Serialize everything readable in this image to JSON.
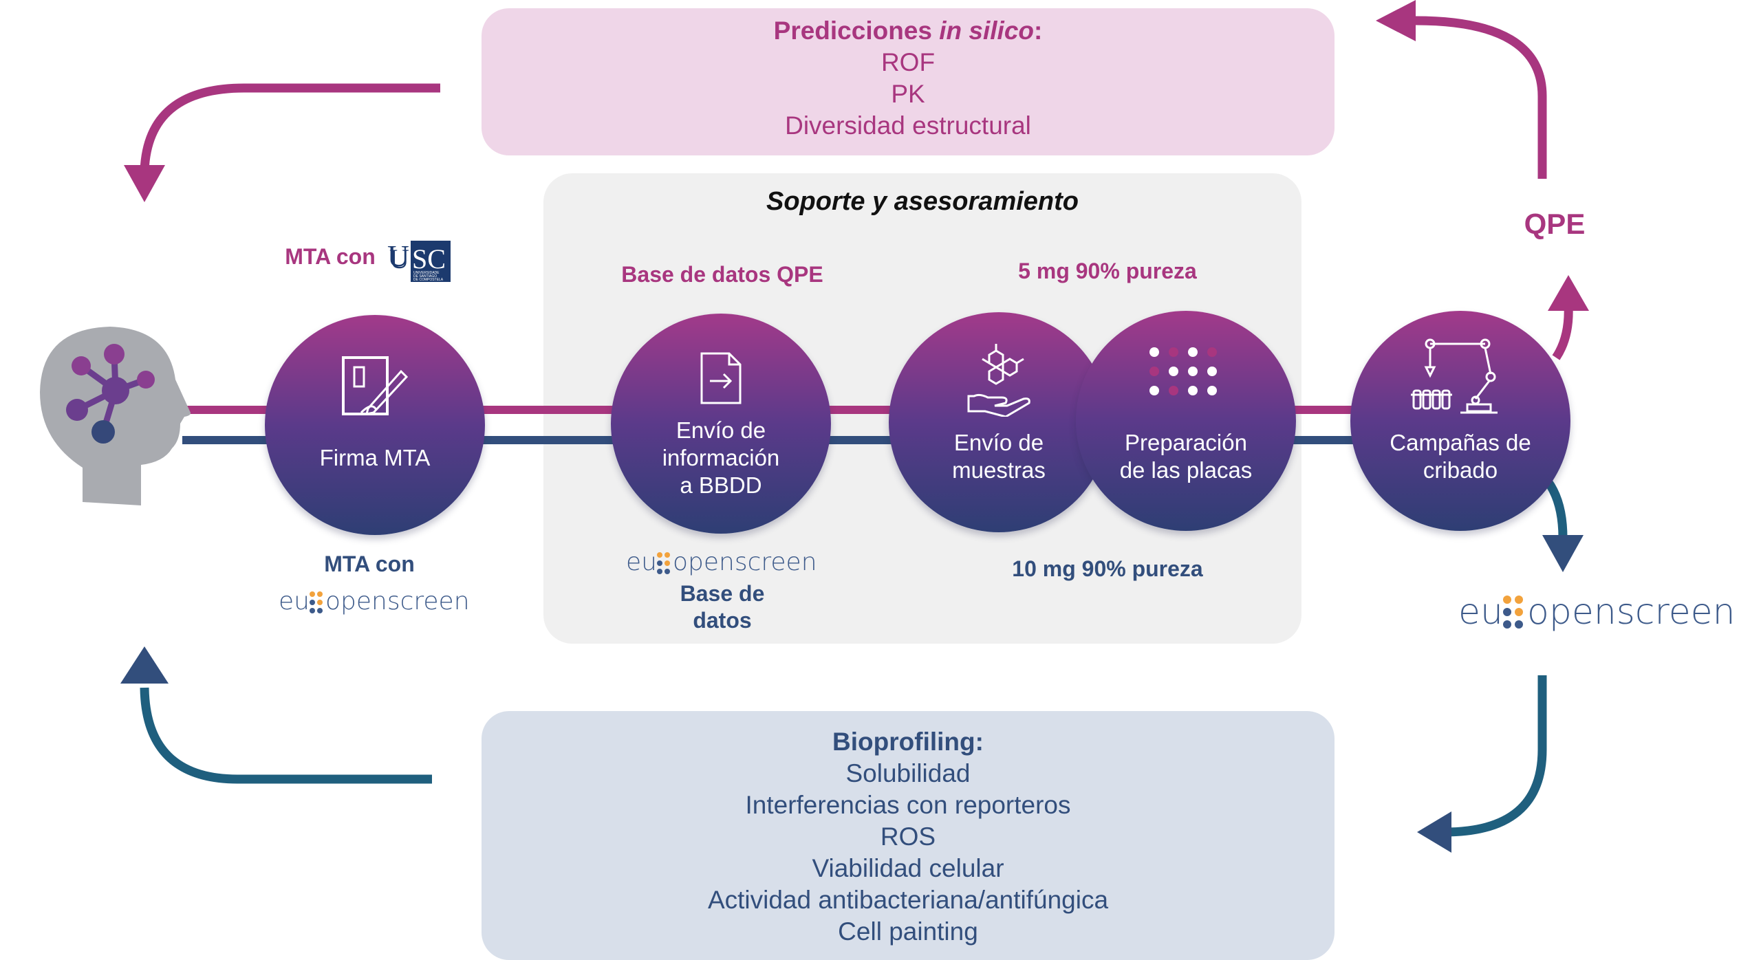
{
  "top_box": {
    "title_prefix": "Predicciones ",
    "title_italic": "in silico",
    "title_suffix": ":",
    "items": [
      "ROF",
      "PK",
      "Diversidad estructural"
    ]
  },
  "support_box": {
    "title": "Soporte y asesoramiento",
    "qpe_db_label": "Base de datos QPE",
    "mg5_label": "5 mg 90% pureza",
    "mg10_label": "10 mg 90% pureza",
    "db_label_lines": [
      "Base de",
      "datos"
    ]
  },
  "bottom_box": {
    "title": "Bioprofiling:",
    "items": [
      "Solubilidad",
      "Interferencias con reporteros",
      "ROS",
      "Viabilidad celular",
      "Actividad antibacteriana/antifúngica",
      "Cell painting"
    ]
  },
  "steps": [
    {
      "lines": [
        "Firma MTA"
      ],
      "icon": "document-sign-icon"
    },
    {
      "lines": [
        "Envío de",
        "información",
        "a BBDD"
      ],
      "icon": "document-send-icon"
    },
    {
      "lines": [
        "Envío de",
        "muestras"
      ],
      "icon": "molecule-hand-icon"
    },
    {
      "lines": [
        "Preparación",
        "de las placas"
      ],
      "icon": "plate-dots-icon"
    },
    {
      "lines": [
        "Campañas de",
        "cribado"
      ],
      "icon": "robot-arm-icon"
    }
  ],
  "labels": {
    "mta_usc": "MTA con",
    "mta_eu": "MTA con",
    "qpe": "QPE"
  },
  "logos": {
    "usc_text": "USC",
    "usc_sub_lines": [
      "UNIVERSIDADE",
      "DE SANTIAGO",
      "DE COMPOSTELA"
    ],
    "eu_prefix": "eu",
    "eu_suffix": "openscreen"
  },
  "colors": {
    "magenta": "#a8367f",
    "navy": "#324e7c",
    "teal": "#1f5f7e",
    "pink_box": "#efd6e8",
    "grey_box": "#f0f0f0",
    "blue_box": "#d8dfea",
    "head": "#a9abb0",
    "node_purple": "#6b3e8e",
    "dot_orange": "#f2a23c"
  }
}
